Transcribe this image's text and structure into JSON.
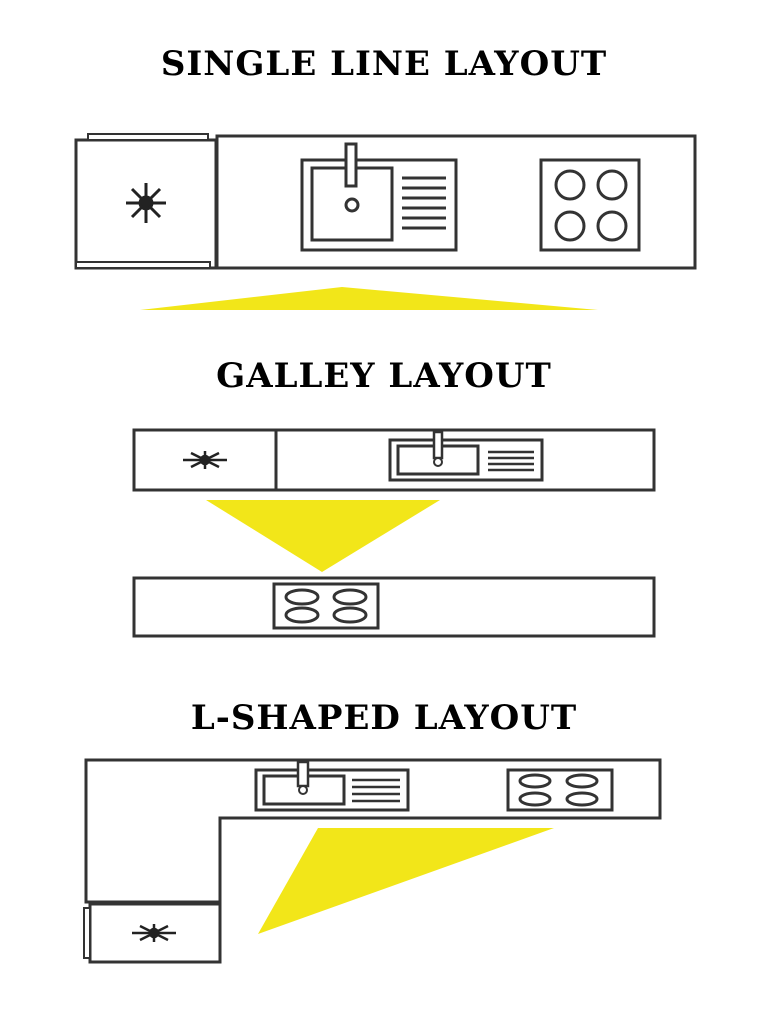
{
  "sections": [
    {
      "title": "SINGLE LINE LAYOUT",
      "components": [
        "fridge-icon",
        "sink-icon",
        "stove-icon"
      ],
      "work_triangle_color": "#f2e619"
    },
    {
      "title": "GALLEY LAYOUT",
      "components": [
        "fridge-icon",
        "sink-icon",
        "stove-icon"
      ],
      "work_triangle_color": "#f2e619"
    },
    {
      "title": "L-SHAPED LAYOUT",
      "components": [
        "sink-icon",
        "stove-icon",
        "fridge-icon"
      ],
      "work_triangle_color": "#f2e619"
    }
  ],
  "colors": {
    "line": "#333333",
    "triangle": "#f2e619",
    "counter": "#ffffff"
  }
}
